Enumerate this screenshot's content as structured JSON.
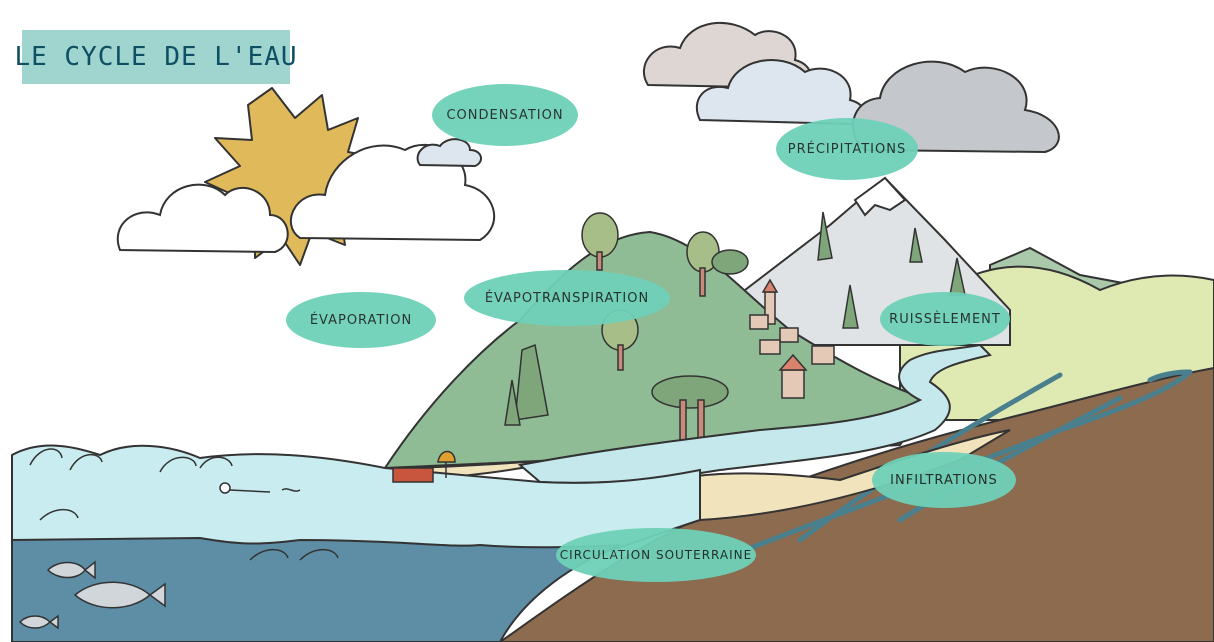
{
  "title": "LE CYCLE DE L'EAU",
  "labels": {
    "condensation": "CONDENSATION",
    "precipitations": "PRÉCIPITATIONS",
    "evaporation": "ÉVAPORATION",
    "evapotranspiration": "ÉVAPOTRANSPIRATION",
    "ruissellement": "RUISSÈLEMENT",
    "infiltrations": "INFILTRATIONS",
    "circulation": "CIRCULATION SOUTERRAINE"
  },
  "colors": {
    "sun": "#e0b95a",
    "cloud_light": "#ffffff",
    "cloud_blue": "#dde6ee",
    "cloud_grey": "#c4c8cc",
    "mountain_green": "#8fbc95",
    "snow_mountain": "#dfe3e5",
    "hill_lime": "#dfe9b2",
    "river": "#c5e8ec",
    "sand": "#f1e3bb",
    "sea_surface": "#c9ecf0",
    "sea_deep": "#5d8ea6",
    "soil": "#8c6b4e",
    "label_bg": "#6fd1b8",
    "title_bg": "#9fd4cf"
  }
}
